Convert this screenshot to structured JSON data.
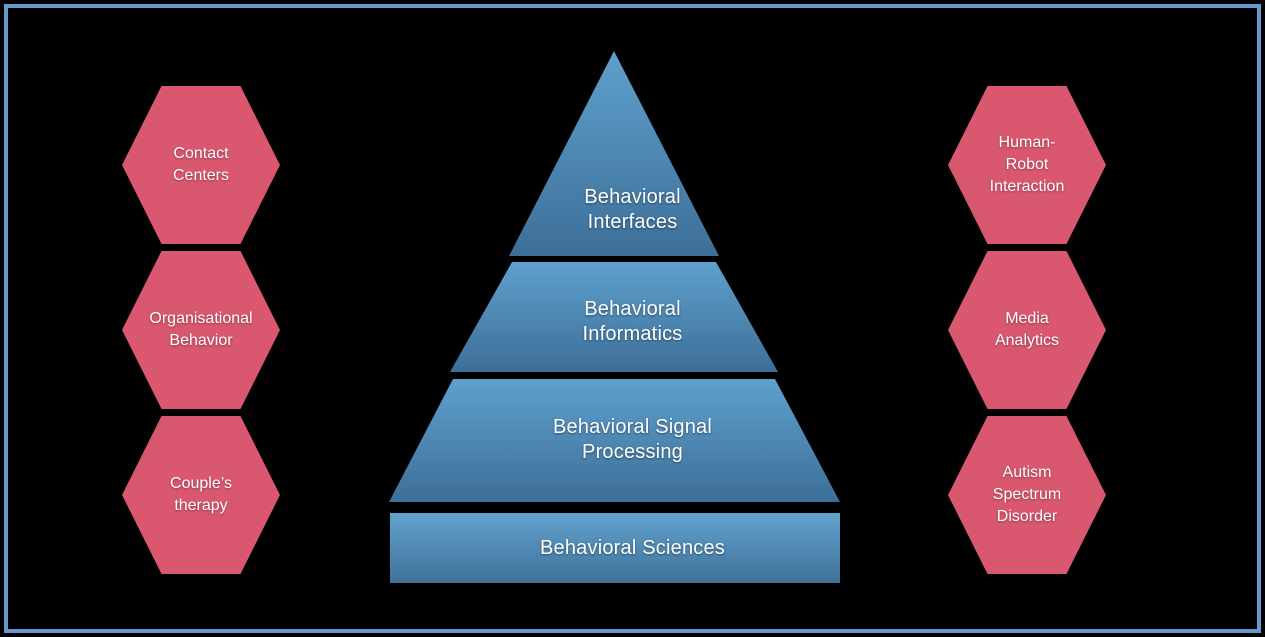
{
  "figure": {
    "title": "Behavioral Signal Processing layered framework with application domains",
    "frame_color": "#6699CC",
    "background_color": "#000000"
  },
  "pyramid": {
    "accent_top_color": "#5B9BC9",
    "accent_bottom_color": "#3D7099",
    "layers": [
      {
        "label": "Behavioral\nInterfaces",
        "level": 1
      },
      {
        "label": "Behavioral\nInformatics",
        "level": 2
      },
      {
        "label": "Behavioral Signal\nProcessing",
        "level": 3
      },
      {
        "label": "Behavioral Sciences",
        "level": 4
      }
    ]
  },
  "hexagons": {
    "fill_color": "#D9576F",
    "left": [
      {
        "label": "Contact\nCenters"
      },
      {
        "label": "Organisational\nBehavior"
      },
      {
        "label": "Couple’s\ntherapy"
      }
    ],
    "right": [
      {
        "label": "Human-\nRobot\nInteraction"
      },
      {
        "label": "Media\nAnalytics"
      },
      {
        "label": "Autism\nSpectrum\nDisorder"
      }
    ]
  }
}
